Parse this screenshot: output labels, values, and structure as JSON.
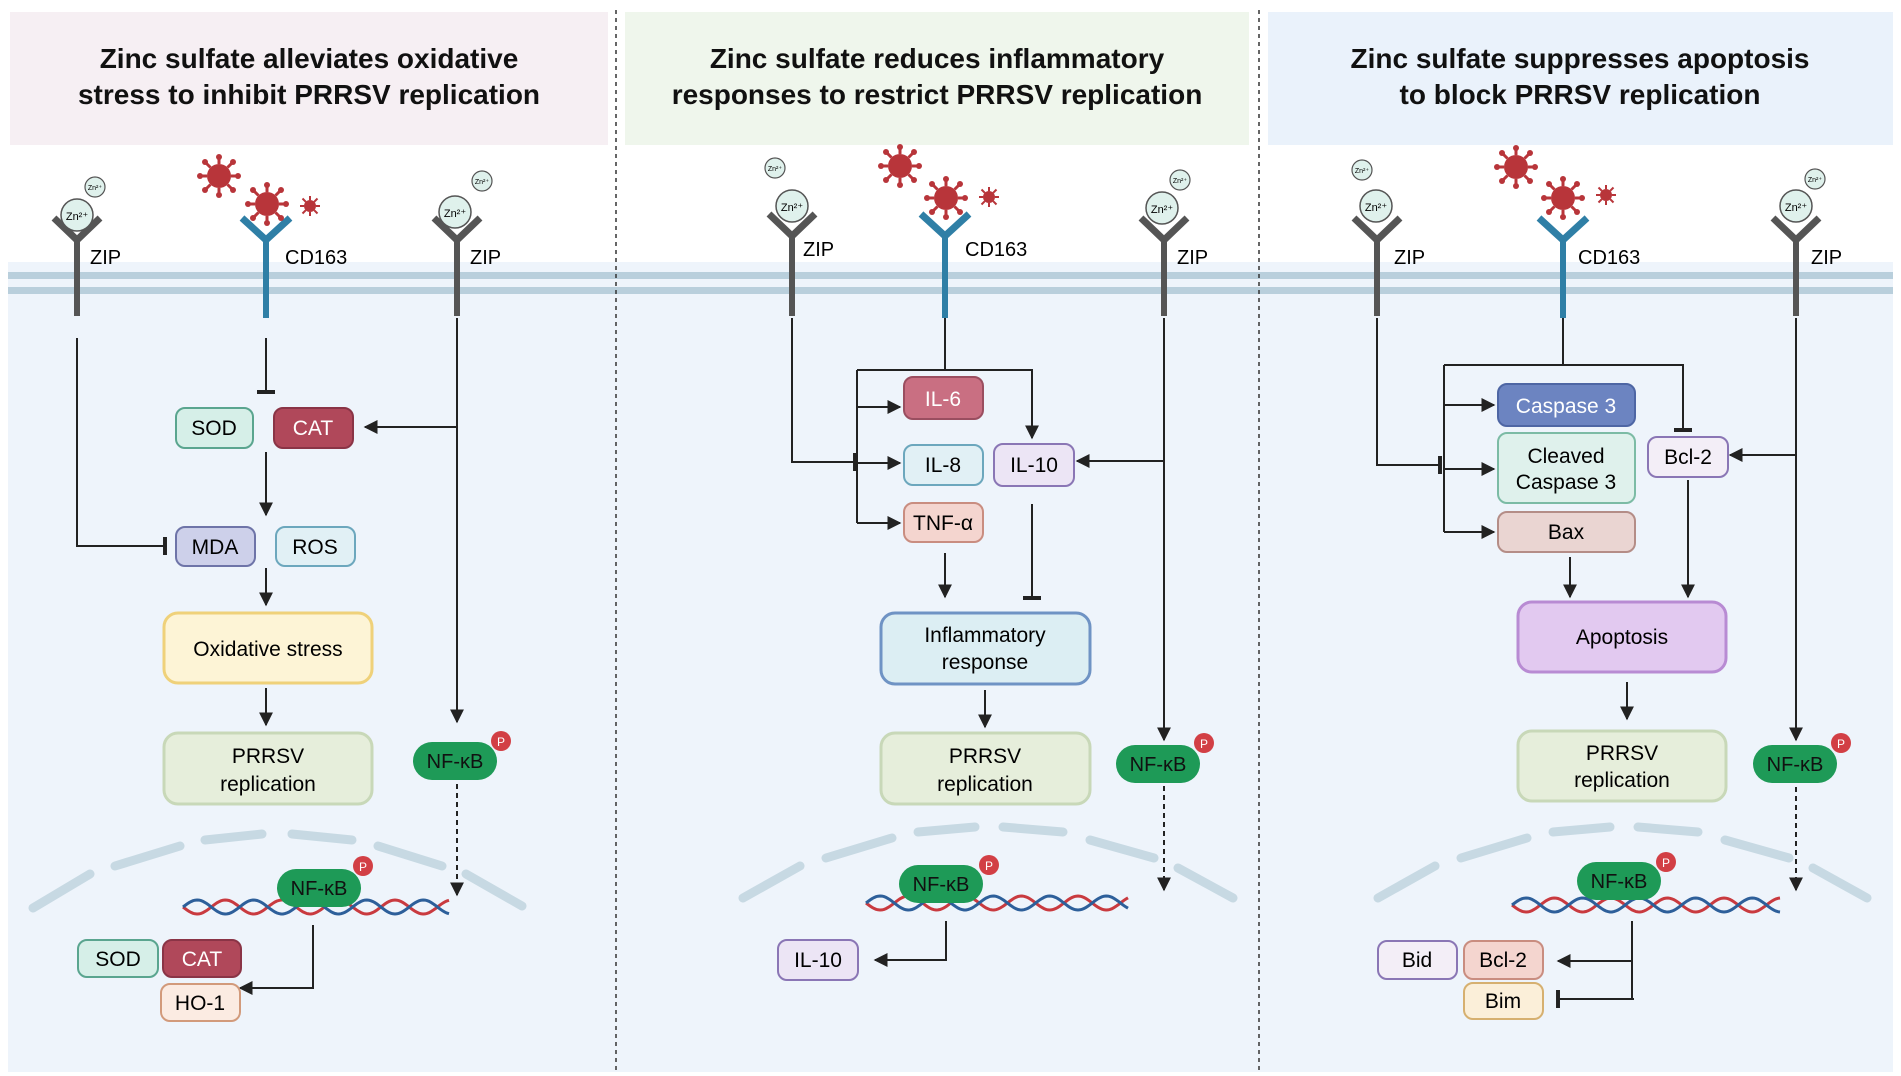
{
  "panels": [
    {
      "title_line1": "Zinc sulfate alleviates oxidative",
      "title_line2": "stress to inhibit PRRSV replication",
      "receptors": {
        "zn": "Zn²⁺",
        "zip": "ZIP",
        "cd163": "CD163"
      },
      "nodes": {
        "sod": "SOD",
        "cat": "CAT",
        "mda": "MDA",
        "ros": "ROS",
        "oxidative_stress": "Oxidative stress",
        "prrsv_line1": "PRRSV",
        "prrsv_line2": "replication",
        "nfkb": "NF-κB",
        "p": "P",
        "sod2": "SOD",
        "cat2": "CAT",
        "ho1": "HO-1"
      }
    },
    {
      "title_line1": "Zinc sulfate reduces inflammatory",
      "title_line2": "responses to restrict PRRSV replication",
      "receptors": {
        "zn": "Zn²⁺",
        "zip": "ZIP",
        "cd163": "CD163"
      },
      "nodes": {
        "il6": "IL-6",
        "il8": "IL-8",
        "tnfa": "TNF-α",
        "il10": "IL-10",
        "inflam_line1": "Inflammatory",
        "inflam_line2": "response",
        "prrsv_line1": "PRRSV",
        "prrsv_line2": "replication",
        "nfkb": "NF-κB",
        "p": "P",
        "il10_out": "IL-10"
      }
    },
    {
      "title_line1": "Zinc sulfate suppresses apoptosis",
      "title_line2": "to block PRRSV replication",
      "receptors": {
        "zn": "Zn²⁺",
        "zip": "ZIP",
        "cd163": "CD163"
      },
      "nodes": {
        "casp3": "Caspase 3",
        "cleaved_line1": "Cleaved",
        "cleaved_line2": "Caspase 3",
        "bax": "Bax",
        "bcl2": "Bcl-2",
        "apoptosis": "Apoptosis",
        "prrsv_line1": "PRRSV",
        "prrsv_line2": "replication",
        "nfkb": "NF-κB",
        "p": "P",
        "bid": "Bid",
        "bcl2_out": "Bcl-2",
        "bim": "Bim"
      }
    }
  ],
  "colors": {
    "title_bg_1": "#f6eff3",
    "title_bg_2": "#eff6ec",
    "title_bg_3": "#eaf2fb",
    "cell_bg": "#eef4fb",
    "membrane": "#b9cfdc",
    "receptor_zip": "#555555",
    "receptor_cd163": "#2f7fa6",
    "virus": "#b8353a",
    "nfkb": "#1e9a57",
    "phospho": "#d23f45",
    "dna_red": "#c93a3f",
    "dna_blue": "#2d5f9a"
  }
}
